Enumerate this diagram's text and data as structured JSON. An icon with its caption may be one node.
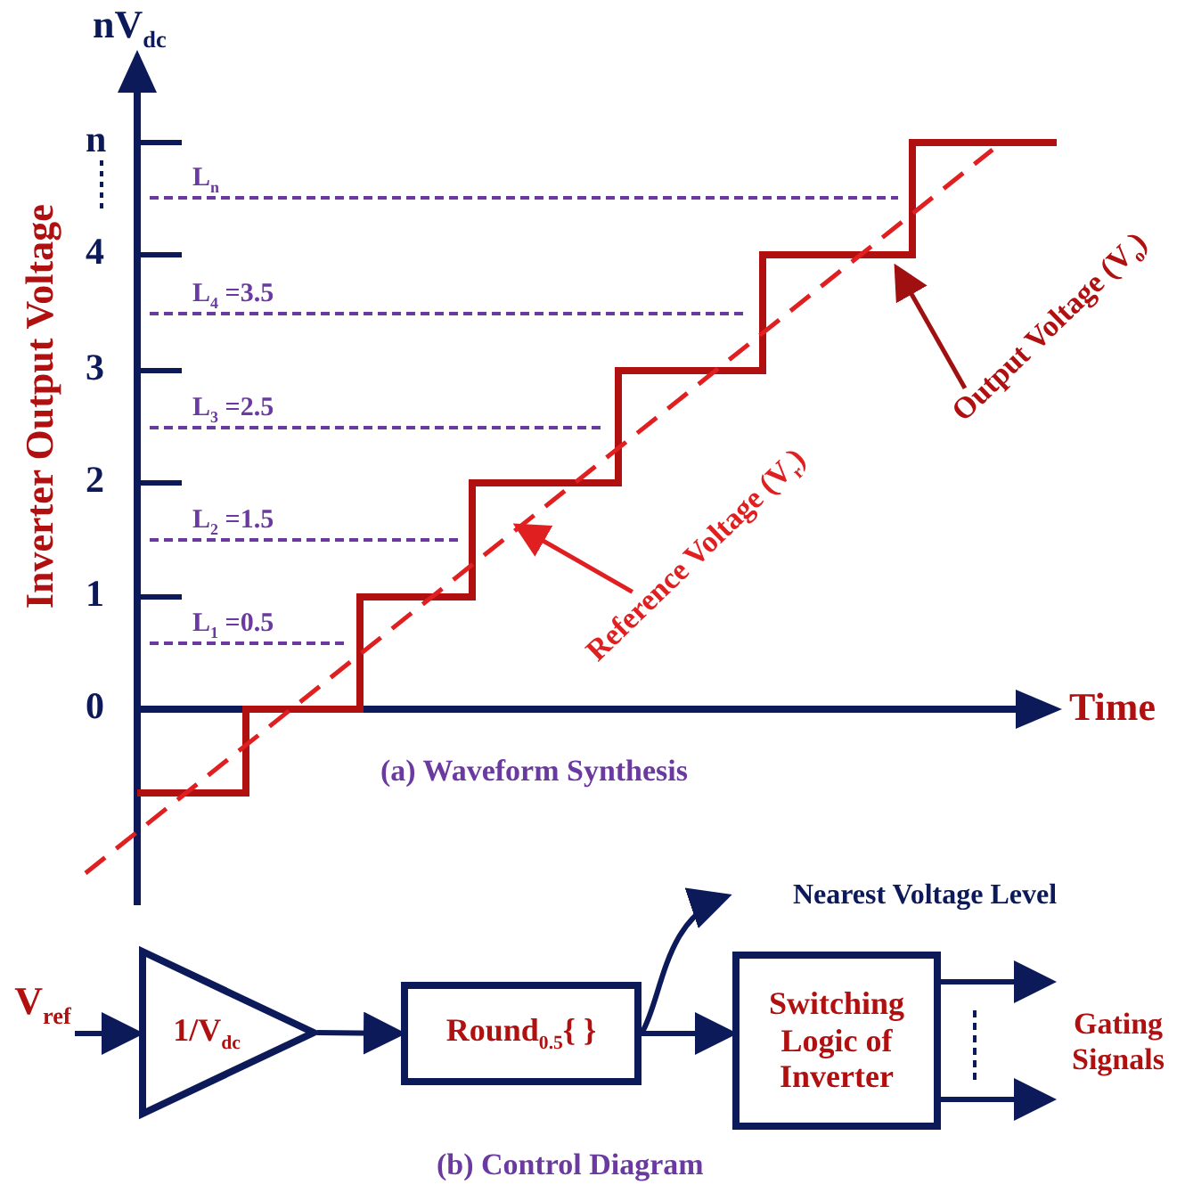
{
  "diagram": {
    "nodes": [
      {
        "text": [
          "V$_{ref}$"
        ]
      },
      {
        "text": [
          "1/V$_{dc}$"
        ]
      },
      {
        "text": [
          "Round$_{0.5}${ }"
        ]
      },
      {
        "text": [
          "Nearest Voltage Level"
        ]
      },
      {
        "text": [
          "Switching Logic of Inverter"
        ]
      },
      {
        "text": [
          "Gating Signals"
        ]
      },
      {
        "text": [
          "Reference Voltage (V$_{r}$)"
        ]
      },
      {
        "text": [
          "Output Voltage (V$_{o}$)"
        ]
      }
    ],
    "edges": [
      {
        "from": 0,
        "to": 1,
        "arrow": "to"
      },
      {
        "from": 1,
        "to": 2,
        "arrow": "to"
      },
      {
        "from": 2,
        "to": 4,
        "arrow": "to"
      },
      {
        "from": 2,
        "to": 3,
        "arrow": "to"
      },
      {
        "from": 4,
        "to": 5,
        "arrow": "to"
      },
      {
        "from": 4,
        "to": 5,
        "arrow": "to"
      },
      {
        "from": 6,
        "to": null,
        "arrow": "to",
        "color": "#e02020"
      },
      {
        "from": 7,
        "to": null,
        "arrow": "to",
        "color": "#a01010"
      }
    ],
    "labels": [
      "nV$_{dc}$",
      "Inverter Output Voltage",
      "n",
      "4",
      "3",
      "2",
      "1",
      "0",
      "L$_{n}$",
      "L$_{4}$ =3.5",
      "L$_{3}$ =2.5",
      "L$_{2}$ =1.5",
      "L$_{1}$ =0.5",
      "Time",
      "(a) Waveform Synthesis",
      "(b) Control Diagram"
    ]
  }
}
